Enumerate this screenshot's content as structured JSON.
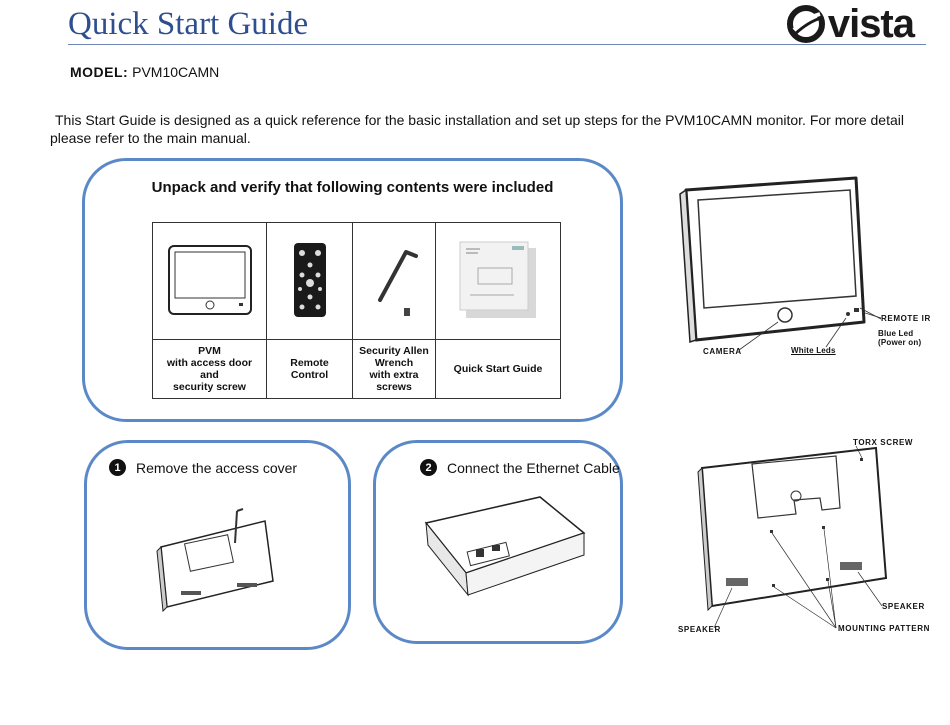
{
  "header": {
    "title": "Quick Start Guide",
    "logo_text": "vista",
    "model_label": "MODEL:",
    "model_value": "PVM10CAMN"
  },
  "intro": "This Start Guide is designed as a quick reference for the basic installation and set up steps for the PVM10CAMN monitor. For more detail please refer to the main manual.",
  "unpack": {
    "title": "Unpack and verify that following contents were included",
    "items": [
      {
        "icon": "monitor-icon",
        "label_lines": [
          "PVM",
          "with access door and",
          "security screw"
        ]
      },
      {
        "icon": "remote-control-icon",
        "label_lines": [
          "Remote",
          "Control"
        ]
      },
      {
        "icon": "allen-wrench-icon",
        "label_lines": [
          "Security Allen",
          "Wrench",
          "with extra",
          "screws"
        ]
      },
      {
        "icon": "booklet-icon",
        "label_lines": [
          "Quick Start Guide"
        ]
      }
    ]
  },
  "steps": [
    {
      "number": "1",
      "text": "Remove the access cover"
    },
    {
      "number": "2",
      "text": "Connect the Ethernet Cable"
    }
  ],
  "front_diagram": {
    "labels": {
      "remote_ir": "REMOTE IR",
      "blue_led": "Blue Led",
      "power_on": "(Power on)",
      "camera": "CAMERA",
      "white_leds": "White Leds"
    }
  },
  "back_diagram": {
    "labels": {
      "torx_screw": "TORX SCREW",
      "speaker_right": "SPEAKER",
      "speaker_left": "SPEAKER",
      "mounting_pattern": "MOUNTING PATTERN"
    }
  },
  "colors": {
    "title": "#2e4f8f",
    "card_border": "#5b89c7"
  }
}
